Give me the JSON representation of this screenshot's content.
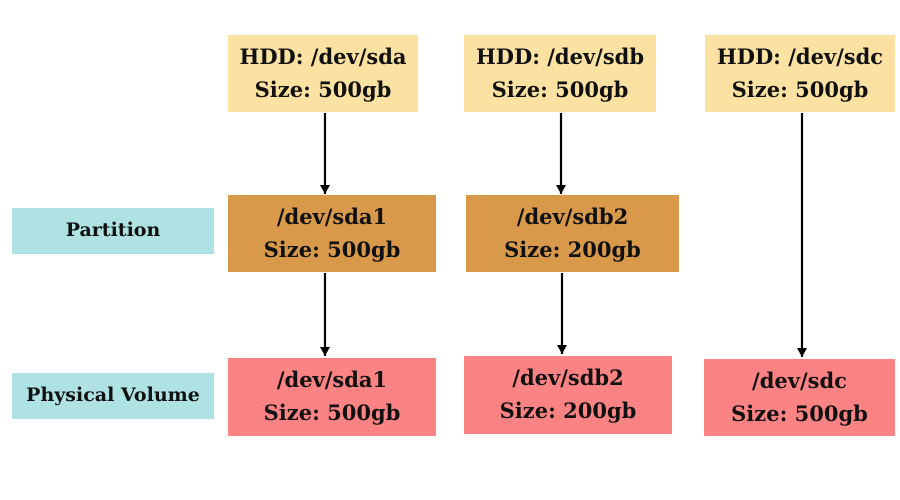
{
  "row_labels": {
    "partition": "Partition",
    "physical_volume": "Physical Volume"
  },
  "disks": [
    {
      "hdd": "HDD: /dev/sda",
      "hdd_size": "Size: 500gb",
      "partition": "/dev/sda1",
      "partition_size": "Size: 500gb",
      "pv": "/dev/sda1",
      "pv_size": "Size: 500gb"
    },
    {
      "hdd": "HDD: /dev/sdb",
      "hdd_size": "Size: 500gb",
      "partition": "/dev/sdb2",
      "partition_size": "Size: 200gb",
      "pv": "/dev/sdb2",
      "pv_size": "Size: 200gb"
    },
    {
      "hdd": "HDD: /dev/sdc",
      "hdd_size": "Size: 500gb",
      "pv": "/dev/sdc",
      "pv_size": "Size: 500gb"
    }
  ],
  "colors": {
    "hdd": "#fce2a2",
    "partition": "#d89a4a",
    "physical_volume": "#fc8383",
    "row_label": "#aee2e3",
    "arrow": "#000000"
  }
}
